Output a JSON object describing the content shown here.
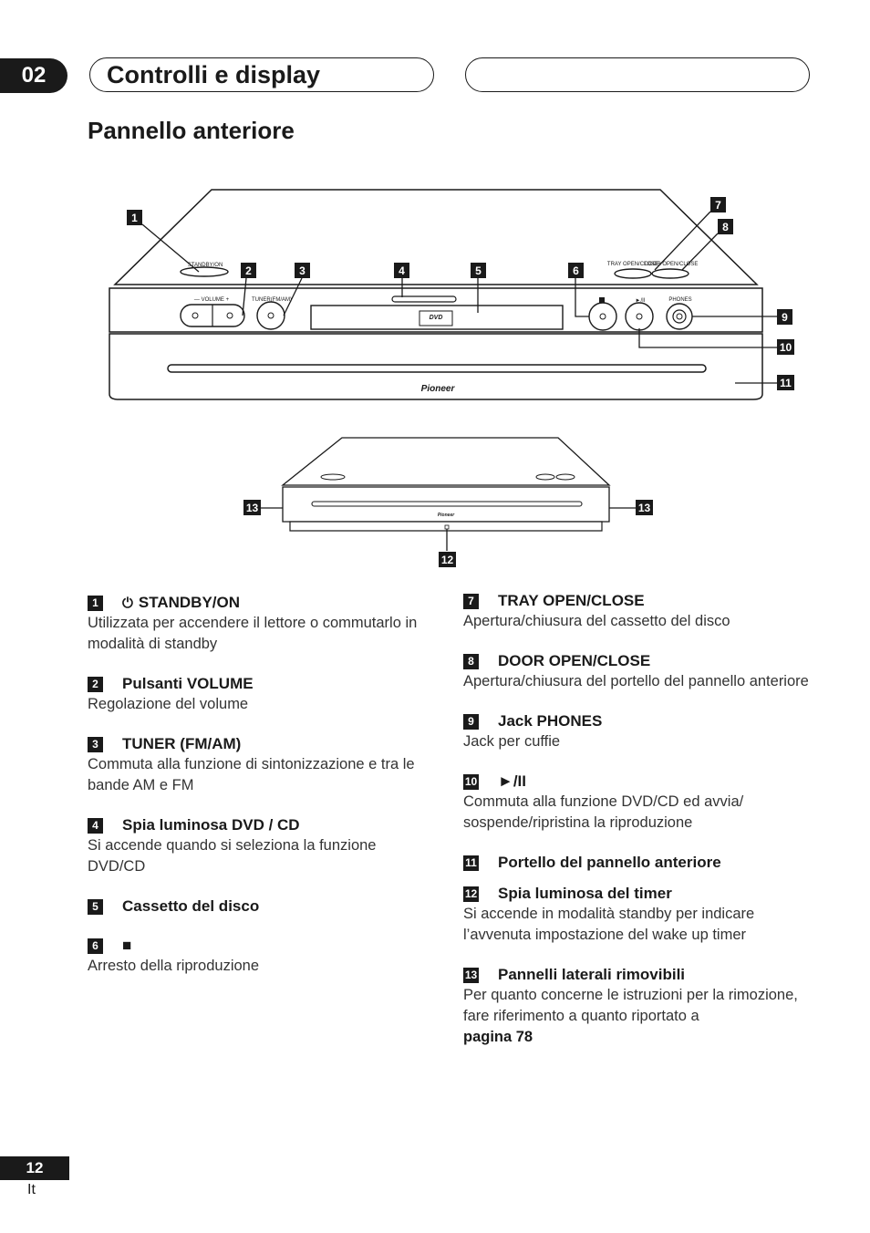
{
  "header": {
    "chapter": "02",
    "title": "Controlli e display"
  },
  "section": {
    "title": "Pannello anteriore"
  },
  "figure": {
    "labels": {
      "standby": "STANDBY/ON",
      "volume": "— VOLUME +",
      "tuner": "TUNER(FM/AM)",
      "play": "►/II",
      "phones": "PHONES",
      "tray": "TRAY OPEN/CLOSE",
      "door": "DOOR OPEN/CLOSE",
      "dvd": "DVD",
      "brand": "Pioneer"
    },
    "callouts": [
      "1",
      "2",
      "3",
      "4",
      "5",
      "6",
      "7",
      "8",
      "9",
      "10",
      "11",
      "12",
      "13"
    ]
  },
  "items_left": [
    {
      "num": "1",
      "glyph": "⏻",
      "title": "STANDBY/ON",
      "desc": "Utilizzata per accendere il lettore o commutarlo in modalità di standby"
    },
    {
      "num": "2",
      "glyph": "",
      "title": "Pulsanti VOLUME",
      "desc": "Regolazione del volume"
    },
    {
      "num": "3",
      "glyph": "",
      "title": "TUNER (FM/AM)",
      "desc": "Commuta alla funzione di sintonizzazione e tra le bande AM e FM"
    },
    {
      "num": "4",
      "glyph": "",
      "title": "Spia luminosa DVD / CD",
      "desc": "Si accende quando si seleziona la funzione DVD/CD"
    },
    {
      "num": "5",
      "glyph": "",
      "title": "Cassetto del disco",
      "desc": ""
    },
    {
      "num": "6",
      "glyph": "",
      "title": "■",
      "desc": "Arresto della riproduzione"
    }
  ],
  "items_right": [
    {
      "num": "7",
      "title": "TRAY OPEN/CLOSE",
      "desc": "Apertura/chiusura del cassetto del disco"
    },
    {
      "num": "8",
      "title": "DOOR OPEN/CLOSE",
      "desc": "Apertura/chiusura del portello del pannello anteriore"
    },
    {
      "num": "9",
      "title": "Jack PHONES",
      "desc": "Jack per cuffie"
    },
    {
      "num": "10",
      "title": "►/II",
      "desc": "Commuta alla funzione DVD/CD ed avvia/ sospende/ripristina la riproduzione"
    },
    {
      "num": "11",
      "title": "Portello del pannello anteriore",
      "desc": ""
    },
    {
      "num": "12",
      "title": "Spia luminosa del timer",
      "desc": "Si accende in modalità standby per indicare l’avvenuta impostazione del wake up timer"
    },
    {
      "num": "13",
      "title": "Pannelli laterali rimovibili",
      "desc": "Per quanto concerne le istruzioni per la rimozione, fare riferimento a quanto riportato a",
      "desc_bold": "pagina 78"
    }
  ],
  "footer": {
    "page": "12",
    "lang": "It"
  }
}
